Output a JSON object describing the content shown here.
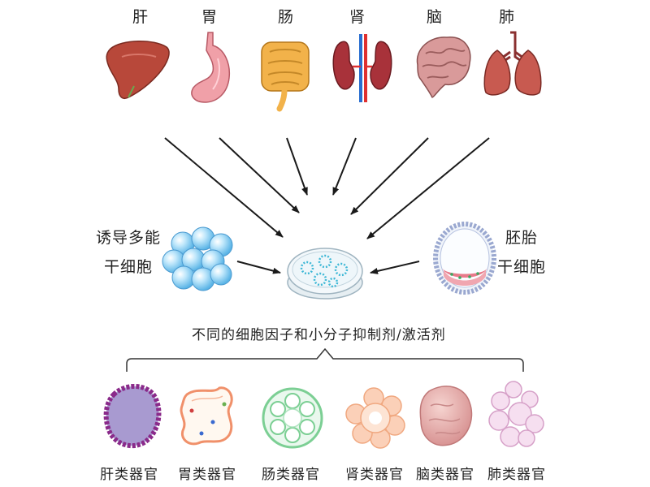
{
  "organs": [
    {
      "name": "肝",
      "icon": "liver-icon"
    },
    {
      "name": "胃",
      "icon": "stomach-icon"
    },
    {
      "name": "肠",
      "icon": "intestine-icon"
    },
    {
      "name": "肾",
      "icon": "kidney-icon"
    },
    {
      "name": "脑",
      "icon": "brain-icon"
    },
    {
      "name": "肺",
      "icon": "lung-icon"
    }
  ],
  "stem_cells": {
    "ipsc_line1": "诱导多能",
    "ipsc_line2": "干细胞",
    "esc_line1": "胚胎",
    "esc_line2": "干细胞"
  },
  "culture_caption": "不同的细胞因子和小分子抑制剂/激活剂",
  "organoids": [
    {
      "name": "肝类器官",
      "icon": "liver-organoid-icon"
    },
    {
      "name": "胃类器官",
      "icon": "stomach-organoid-icon"
    },
    {
      "name": "肠类器官",
      "icon": "intestine-organoid-icon"
    },
    {
      "name": "肾类器官",
      "icon": "kidney-organoid-icon"
    },
    {
      "name": "脑类器官",
      "icon": "brain-organoid-icon"
    },
    {
      "name": "肺类器官",
      "icon": "lung-organoid-icon"
    }
  ],
  "colors": {
    "arrow": "#1a1a1a",
    "liver": "#b8483a",
    "stomach": "#f0a0a8",
    "intestine": "#f2b24a",
    "kidney": "#a8323a",
    "brain": "#d99a9a",
    "lung": "#c85a50",
    "ipsc": "#8fd0f2",
    "dish": "#8fd6e8"
  }
}
